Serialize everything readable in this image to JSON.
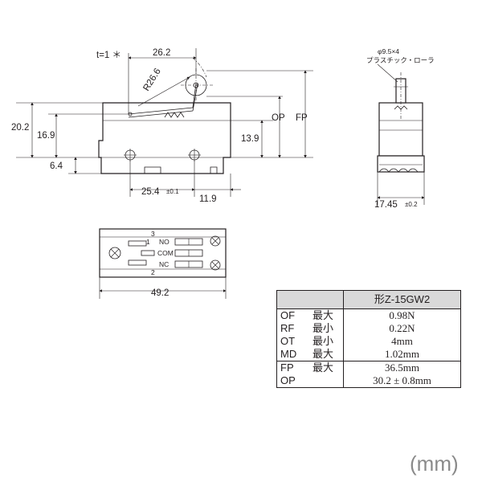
{
  "side_view": {
    "dims": {
      "t": "t=1 ＊",
      "d26_2": "26.2",
      "r26_6": "R26.6",
      "d20_2": "20.2",
      "d16_9": "16.9",
      "d13_9": "13.9",
      "d6_4": "6.4",
      "d25_4": "25.4",
      "tol25_4": "±0.1",
      "d11_9": "11.9",
      "op": "OP",
      "fp": "FP"
    }
  },
  "end_view": {
    "roller_label_1": "φ9.5×4",
    "roller_label_2": "プラスチック・ローラ",
    "d17_45": "17.45",
    "tol17_45": "±0.2"
  },
  "bottom_view": {
    "pin_3": "3",
    "pin_1": "1",
    "pin_2": "2",
    "no": "NO",
    "com": "COM",
    "nc": "NC",
    "d49_2": "49.2"
  },
  "spec_table": {
    "header": "形Z-15GW2",
    "rows": [
      {
        "param": "OF",
        "cond": "最大",
        "value": "0.98N"
      },
      {
        "param": "RF",
        "cond": "最小",
        "value": "0.22N"
      },
      {
        "param": "OT",
        "cond": "最小",
        "value": "4mm"
      },
      {
        "param": "MD",
        "cond": "最大",
        "value": "1.02mm"
      },
      {
        "param": "FP",
        "cond": "最大",
        "value": "36.5mm"
      },
      {
        "param": "OP",
        "cond": "",
        "value": "30.2 ± 0.8mm"
      }
    ]
  },
  "unit": "(mm)"
}
